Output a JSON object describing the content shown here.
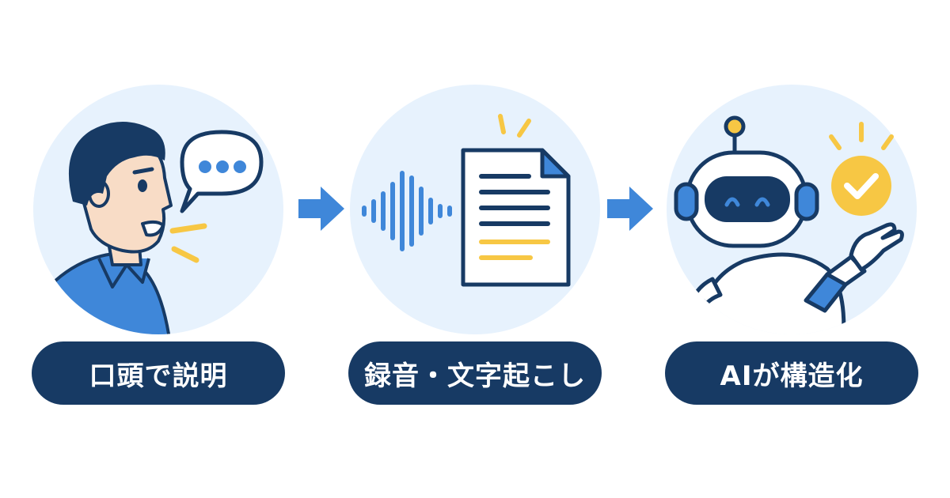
{
  "steps": [
    {
      "label": "口頭で説明",
      "icon": "speaking-person-icon"
    },
    {
      "label": "録音・文字起こし",
      "icon": "sound-wave-document-icon"
    },
    {
      "label": "AIが構造化",
      "icon": "robot-checkmark-icon"
    }
  ],
  "colors": {
    "circle_bg": "#e7f2fd",
    "pill_bg": "#173a64",
    "accent_blue": "#3f87d9",
    "accent_yellow": "#f7c744",
    "navy": "#173a64"
  }
}
